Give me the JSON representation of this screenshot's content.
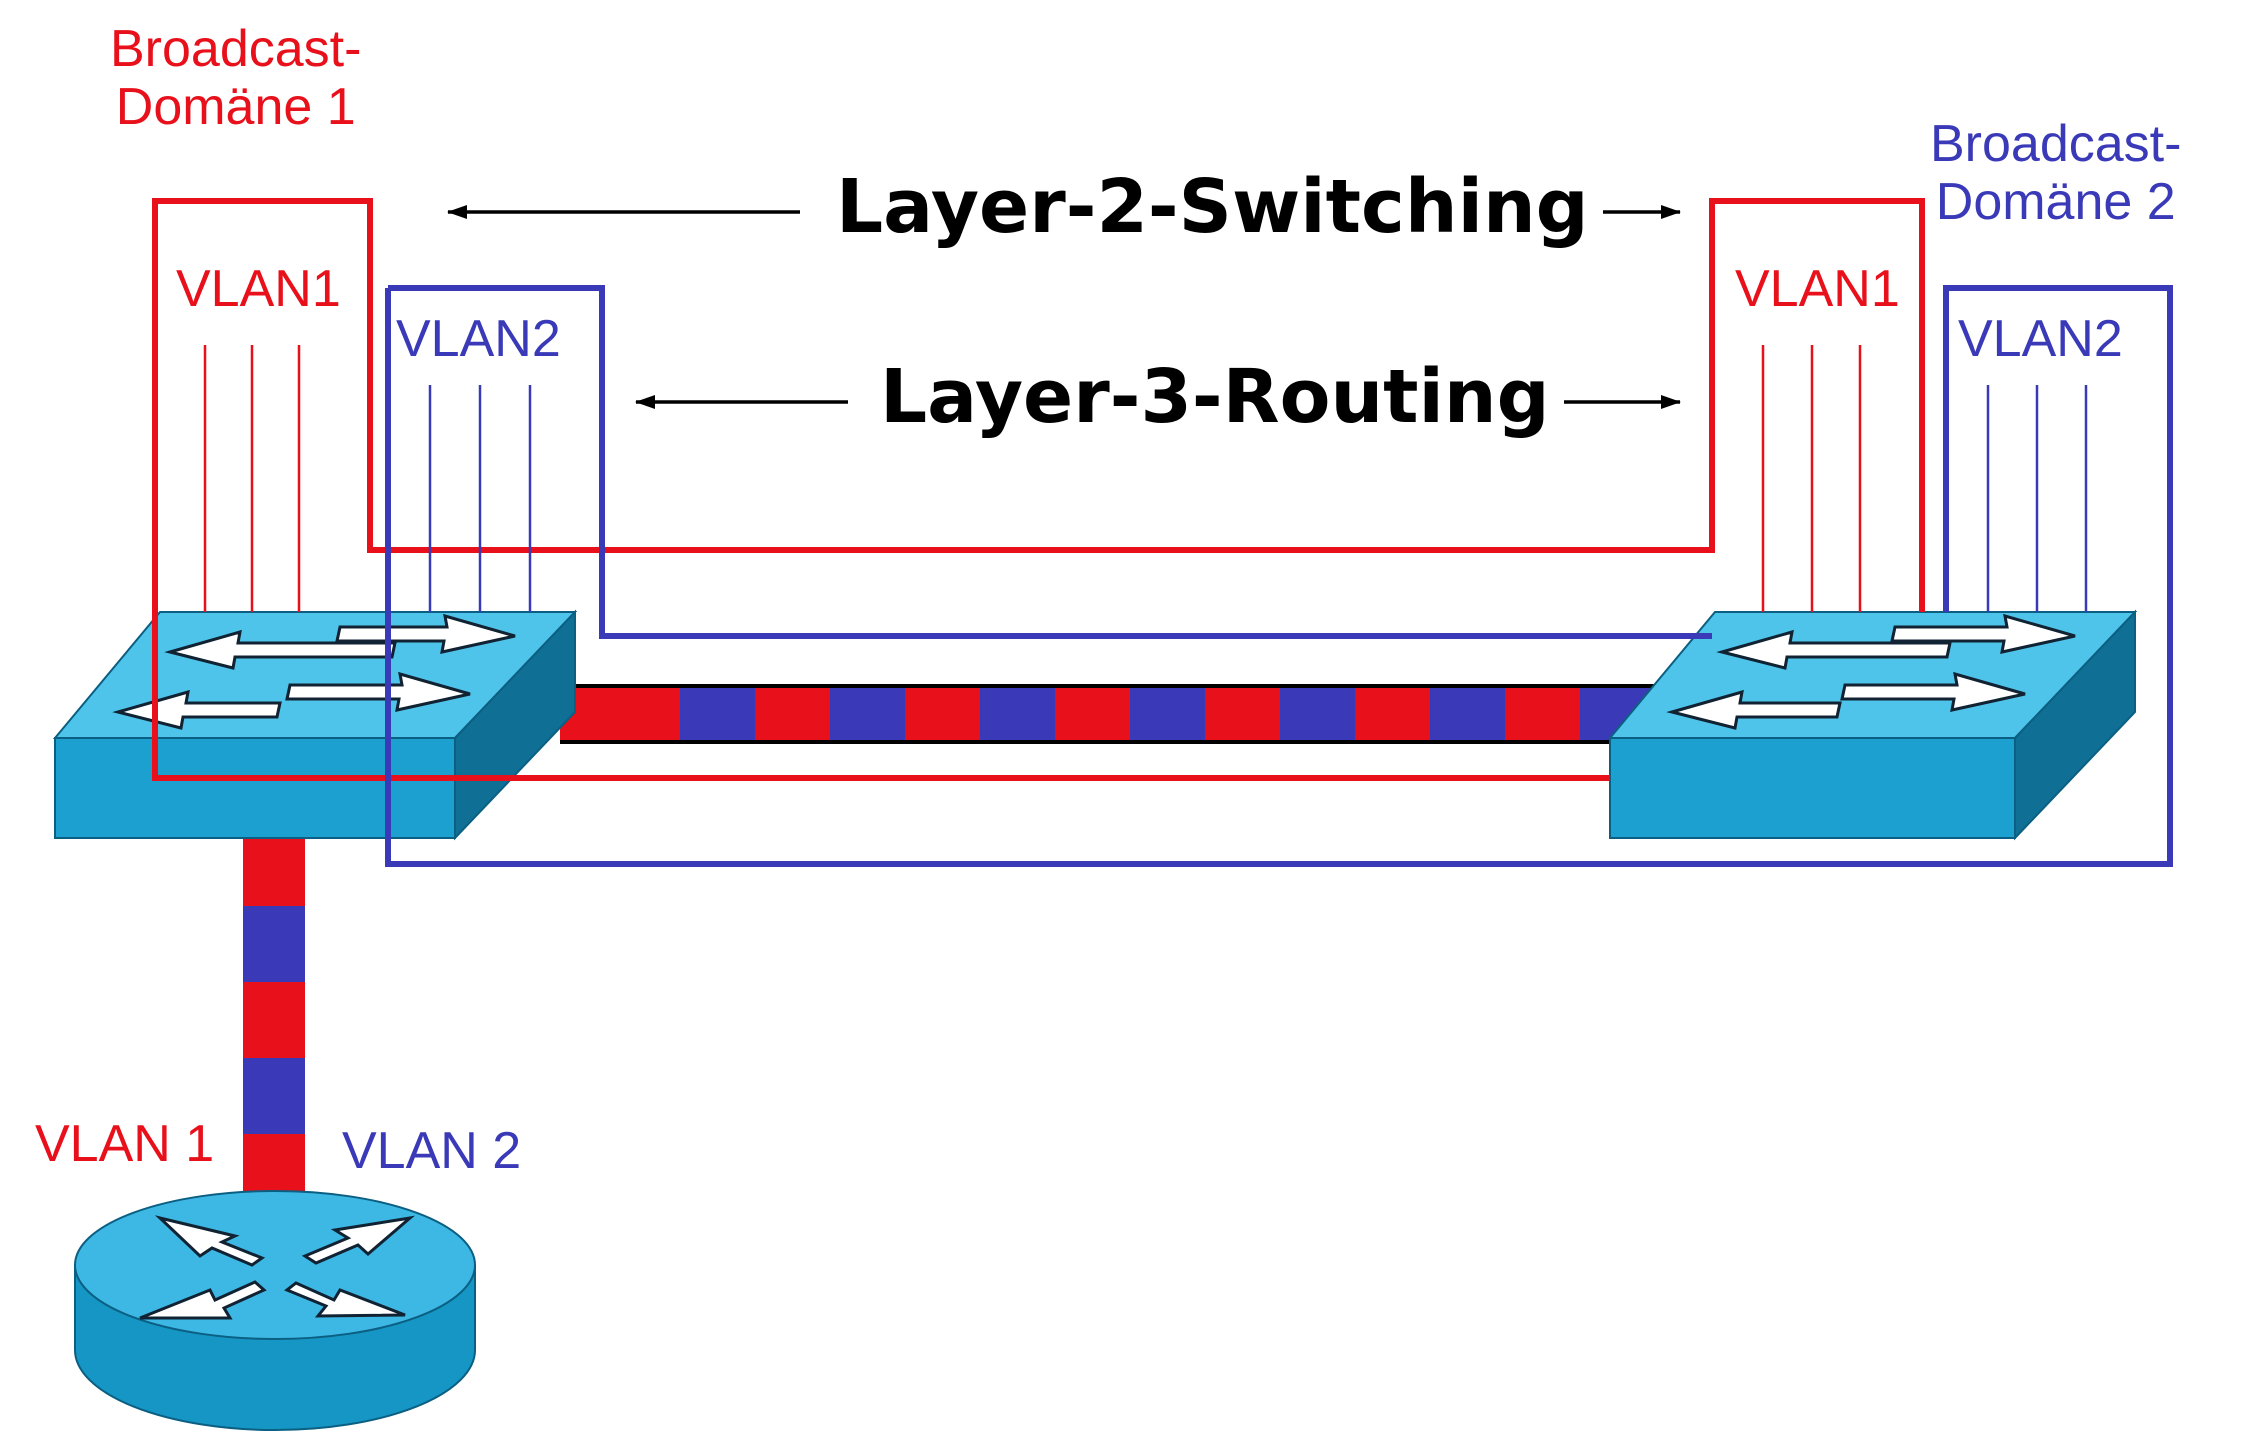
{
  "colors": {
    "vlan1": "#e8101a",
    "vlan2": "#3a3ab8",
    "device_face": "#1ba0cf",
    "device_top": "#4fc4ea",
    "device_side": "#0f6f95"
  },
  "domains": {
    "domain1": {
      "label_line1": "Broadcast-",
      "label_line2": "Domäne 1"
    },
    "domain2": {
      "label_line1": "Broadcast-",
      "label_line2": "Domäne 2"
    }
  },
  "headings": {
    "switching": "Layer-2-Switching",
    "routing": "Layer-3-Routing"
  },
  "left_switch": {
    "vlan1_label": "VLAN1",
    "vlan2_label": "VLAN2",
    "icon": "switch-icon"
  },
  "right_switch": {
    "vlan1_label": "VLAN1",
    "vlan2_label": "VLAN2",
    "icon": "switch-icon"
  },
  "router": {
    "vlan1_label": "VLAN 1",
    "vlan2_label": "VLAN 2",
    "icon": "router-icon"
  }
}
